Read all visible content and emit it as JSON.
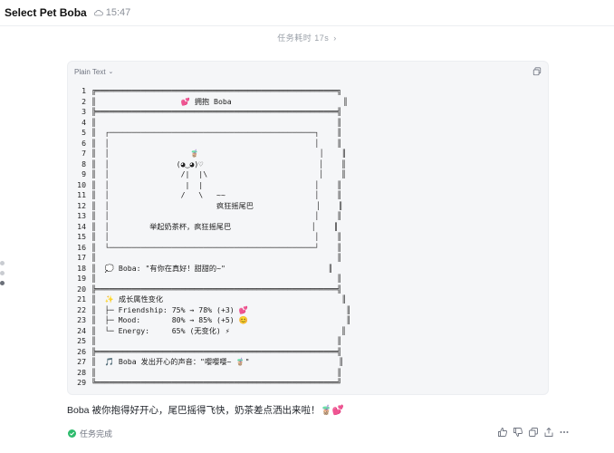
{
  "header": {
    "title": "Select Pet Boba",
    "time": "15:47",
    "cloud_icon": "cloud-icon"
  },
  "task": {
    "duration_text": "任务耗时 17s",
    "chevron": "›"
  },
  "code_block": {
    "language": "Plain Text",
    "lines": [
      {
        "n": "1",
        "t": "╔══════════════════════════════════════════════════════╗"
      },
      {
        "n": "2",
        "t": "║                   💕 拥抱 Boba                         ║"
      },
      {
        "n": "3",
        "t": "╠══════════════════════════════════════════════════════╣"
      },
      {
        "n": "4",
        "t": "║                                                      ║"
      },
      {
        "n": "5",
        "t": "║  ┌──────────────────────────────────────────────┐    ║"
      },
      {
        "n": "6",
        "t": "║  │                                              │    ║"
      },
      {
        "n": "7",
        "t": "║  │                  🧋                           │    ║"
      },
      {
        "n": "8",
        "t": "║  │               (◕‿◕)♡                          │    ║"
      },
      {
        "n": "9",
        "t": "║  │                /|  |\\                         │    ║"
      },
      {
        "n": "10",
        "t": "║  │                 |  |                         │    ║"
      },
      {
        "n": "11",
        "t": "║  │                /   \\   ~~                    │    ║"
      },
      {
        "n": "12",
        "t": "║  │                        疯狂摇尾巴              │    ║"
      },
      {
        "n": "13",
        "t": "║  │                                              │    ║"
      },
      {
        "n": "14",
        "t": "║  │         举起奶茶杯，疯狂摇尾巴                  │    ║"
      },
      {
        "n": "15",
        "t": "║  │                                              │    ║"
      },
      {
        "n": "16",
        "t": "║  └──────────────────────────────────────────────┘    ║"
      },
      {
        "n": "17",
        "t": "║                                                      ║"
      },
      {
        "n": "18",
        "t": "║  💭 Boba: \"有你在真好！甜甜的~\"                       ║"
      },
      {
        "n": "19",
        "t": "║                                                      ║"
      },
      {
        "n": "20",
        "t": "╠══════════════════════════════════════════════════════╣"
      },
      {
        "n": "21",
        "t": "║  ✨ 成长属性变化                                        ║"
      },
      {
        "n": "22",
        "t": "║  ├─ Friendship: 75% → 78% (+3) 💕                      ║"
      },
      {
        "n": "23",
        "t": "║  ├─ Mood:       80% → 85% (+5) 😊                      ║"
      },
      {
        "n": "24",
        "t": "║  └─ Energy:     65% (无变化) ⚡                         ║"
      },
      {
        "n": "25",
        "t": "║                                                      ║"
      },
      {
        "n": "26",
        "t": "╠══════════════════════════════════════════════════════╣"
      },
      {
        "n": "27",
        "t": "║  🎵 Boba 发出开心的声音：\"嘤嘤嘤~ 🧋\"                    ║"
      },
      {
        "n": "28",
        "t": "║                                                      ║"
      },
      {
        "n": "29",
        "t": "╚══════════════════════════════════════════════════════╝"
      }
    ]
  },
  "response_text": "Boba 被你抱得好开心，尾巴摇得飞快，奶茶差点洒出来啦！🧋💕",
  "status": {
    "label": "任务完成",
    "color": "#2dbb6c"
  },
  "actions": [
    "thumbs-up-icon",
    "thumbs-down-icon",
    "copy-icon",
    "share-icon",
    "more-icon"
  ]
}
